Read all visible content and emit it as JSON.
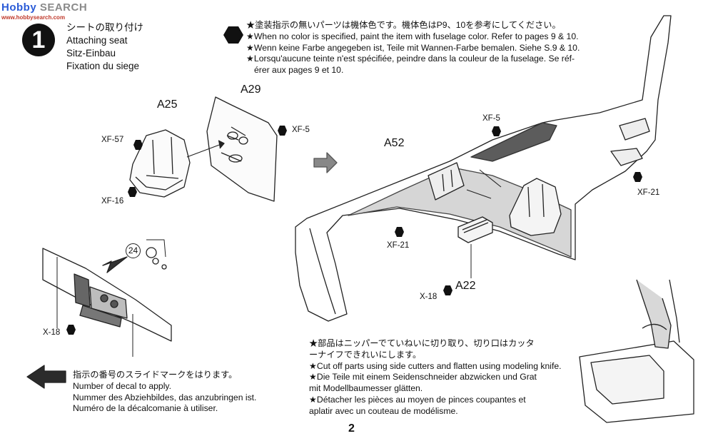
{
  "watermark": {
    "brand_left": "Hobby",
    "brand_right": "SEARCH",
    "url": "www.hobbysearch.com"
  },
  "step": {
    "number": "1",
    "title_ja": "シートの取り付け",
    "title_en": "Attaching seat",
    "title_de": "Sitz-Einbau",
    "title_fr": "Fixation du siege"
  },
  "note": {
    "ja": "★塗装指示の無いパーツは機体色です。機体色はP9、10を参考にしてください。",
    "en": "★When no color is specified, paint the item with fuselage color. Refer to pages 9 & 10.",
    "de": "★Wenn keine Farbe angegeben ist, Teile mit Wannen-Farbe bemalen. Siehe S.9 & 10.",
    "fr1": "★Lorsqu'aucune teinte n'est spécifiée, peindre dans la couleur de la fuselage. Se réf-",
    "fr2": "érer aux pages 9 et 10."
  },
  "cut": {
    "ja1": "★部品はニッパーでていねいに切り取り、切り口はカッタ",
    "ja2": "ーナイフできれいにします。",
    "en": "★Cut off parts using side cutters and flatten using modeling knife.",
    "de1": "★Die Teile mit einem Seidenschneider abzwicken und Grat",
    "de2": "mit Modellbaumesser glätten.",
    "fr1": "★Détacher les pièces au moyen de pinces coupantes et",
    "fr2": "aplatir avec un couteau de modélisme."
  },
  "decal": {
    "ja": "指示の番号のスライドマークをはります。",
    "en": "Number of decal to apply.",
    "de": "Nummer des Abziehbildes, das anzubringen ist.",
    "fr": "Numéro de la décalcomanie à utiliser."
  },
  "parts": {
    "a25": "A25",
    "a29": "A29",
    "a52": "A52",
    "a22": "A22"
  },
  "paint": {
    "xf57": "XF-57",
    "xf16": "XF-16",
    "xf5_left": "XF-5",
    "xf5_right": "XF-5",
    "xf21_center": "XF-21",
    "xf21_right": "XF-21",
    "x18_center": "X-18",
    "x18_left": "X-18"
  },
  "decal_number": "24",
  "page_number": "2"
}
